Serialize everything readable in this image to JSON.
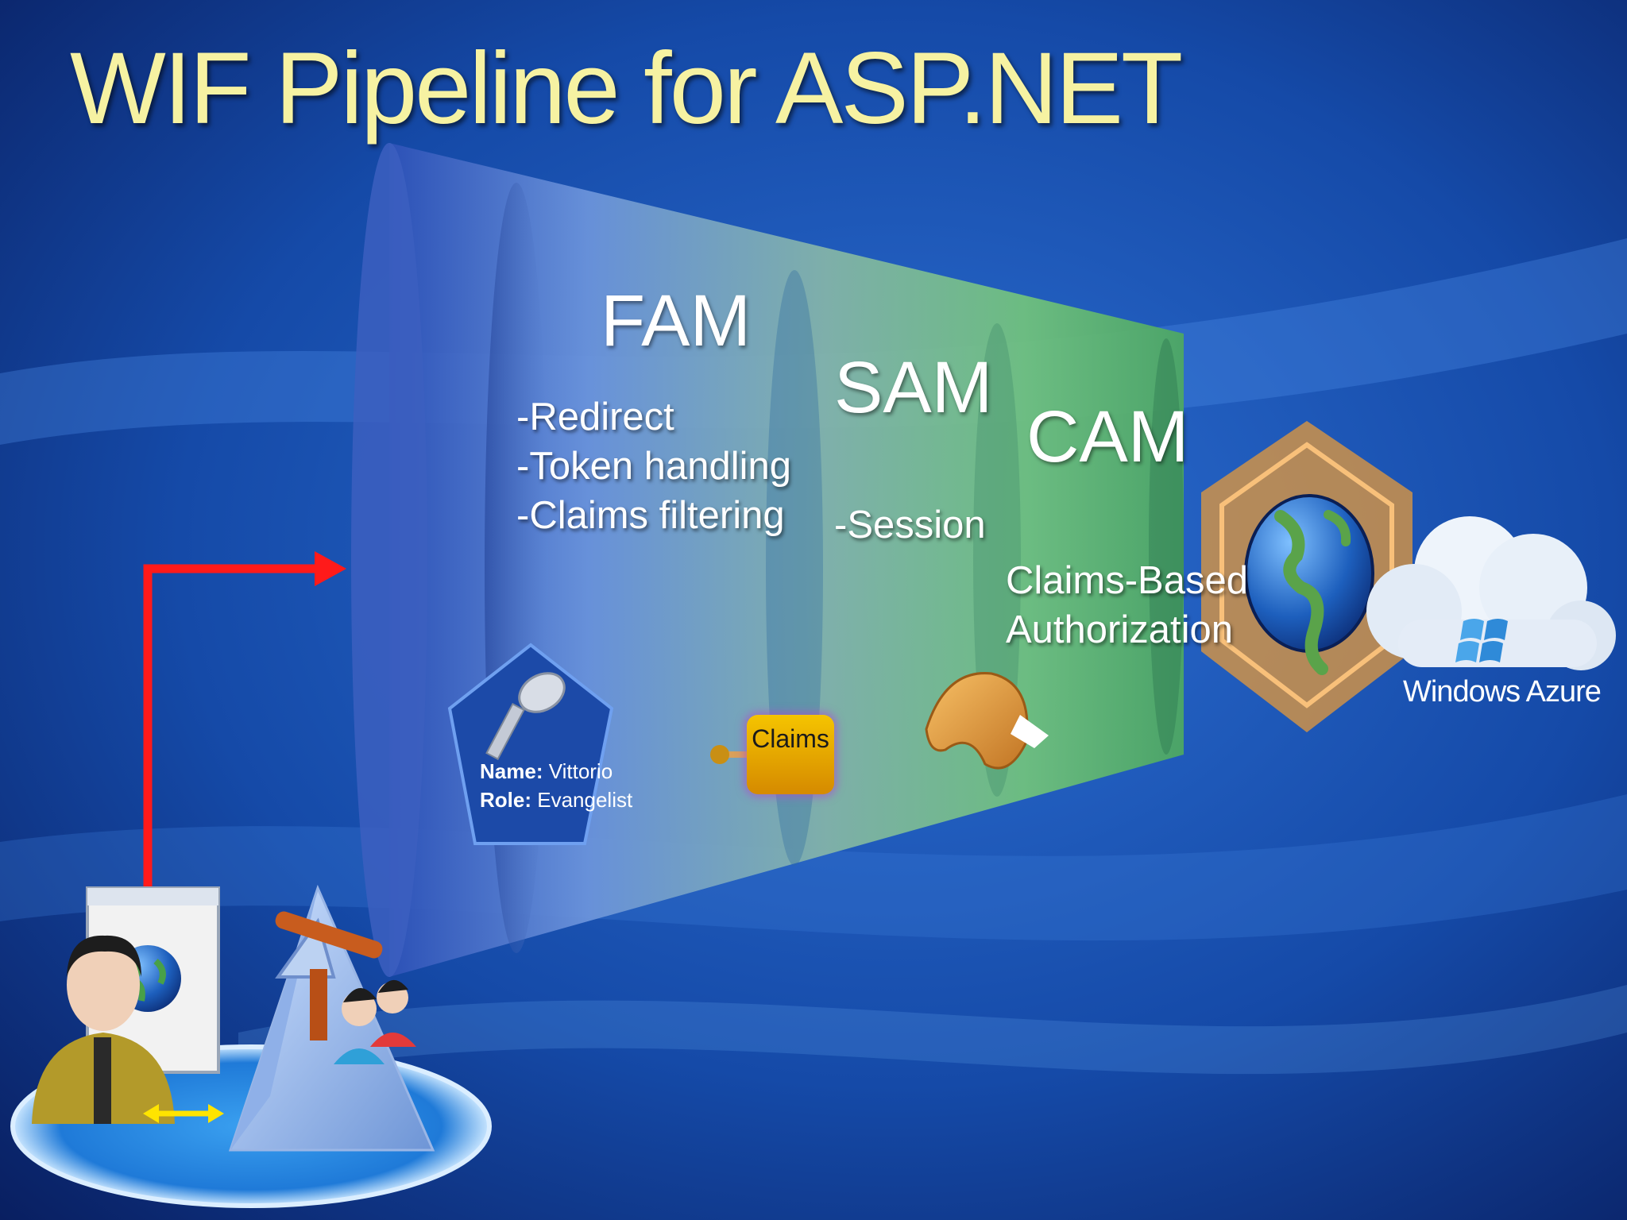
{
  "title": "WIF Pipeline for ASP.NET",
  "stages": {
    "fam": {
      "label": "FAM",
      "items": [
        "-Redirect",
        "-Token handling",
        "-Claims filtering"
      ]
    },
    "sam": {
      "label": "SAM",
      "items": [
        "-Session"
      ]
    },
    "cam": {
      "label": "CAM",
      "items": [
        "Claims-Based",
        "Authorization"
      ]
    }
  },
  "token": {
    "name_key": "Name:",
    "name_value": "Vittorio",
    "role_key": "Role:",
    "role_value": "Evangelist"
  },
  "claims_chip": "Claims",
  "cloud_label": "Windows Azure",
  "icons": [
    "key-icon",
    "globe-icon",
    "user-icon",
    "fortune-cookie-icon",
    "cloud-icon",
    "windows-flag-icon",
    "browser-window-icon",
    "app-server-icon"
  ],
  "colors": {
    "title": "#f6f2a2",
    "arrow": "#ff1a1a",
    "tunnel_blue": "#3a63c4",
    "tunnel_green": "#5ab56a",
    "badge": "#e2912e"
  }
}
